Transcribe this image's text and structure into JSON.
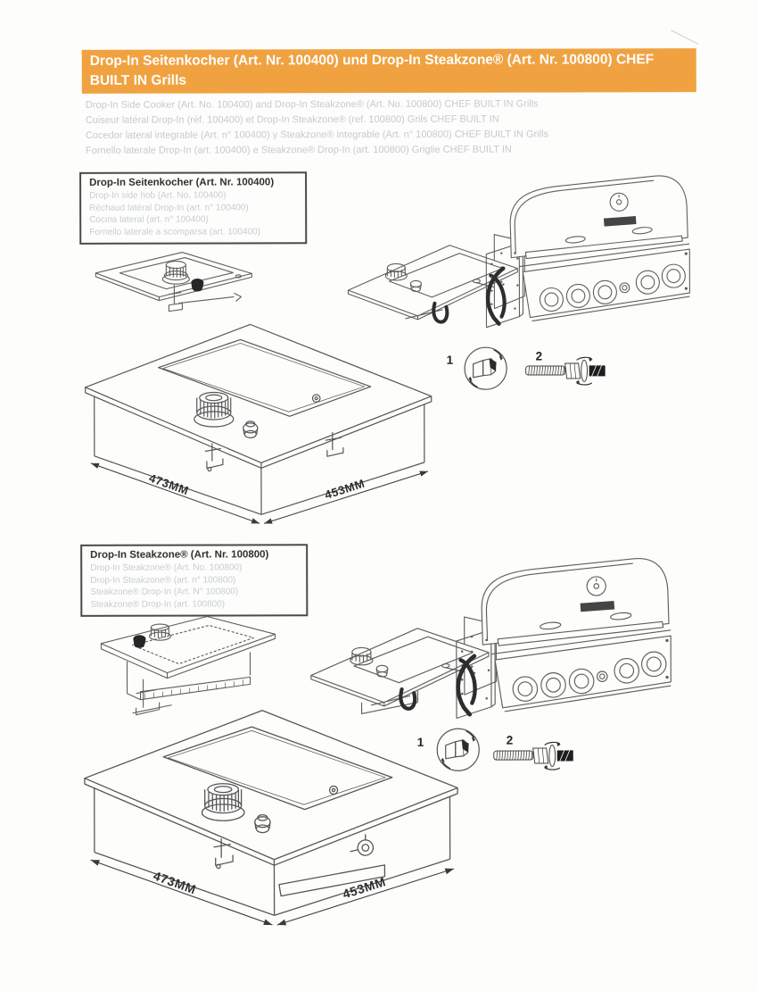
{
  "banner": {
    "title": "Drop-In Seitenkocher (Art. Nr. 100400) und Drop-In Steakzone® (Art. Nr. 100800) CHEF BUILT IN Grills",
    "bg_color": "#f0a241",
    "text_color": "#ffffff"
  },
  "subtitles": {
    "lines": [
      "Drop-In Side Cooker (Art. No. 100400) and Drop-In Steakzone® (Art. No. 100800) CHEF BUILT IN Grills",
      "Cuiseur latéral Drop-In (réf. 100400) et Drop-In Steakzone® (ref. 100800) Grils CHEF BUILT IN",
      "Cocedor lateral integrable (Art. n° 100400) y Steakzone® integrable (Art. n° 100800) CHEF BUILT IN Grills",
      "Fornello laterale Drop-In (art. 100400) e Steakzone® Drop-In (art. 100800) Griglie CHEF BUILT IN"
    ]
  },
  "section1": {
    "box_title": "Drop-In Seitenkocher (Art. Nr. 100400)",
    "box_translations": [
      "Drop-In side hob (Art. No. 100400)",
      "Réchaud latéral Drop-In (art. n° 100400)",
      "Cocina lateral (art. n° 100400)",
      "Fornello laterale a scomparsa (art. 100400)"
    ],
    "part1_label": "1",
    "part2_label": "2",
    "dim_width": "473MM",
    "dim_depth": "453MM"
  },
  "section2": {
    "box_title": "Drop-In Steakzone® (Art. Nr. 100800)",
    "box_translations": [
      "Drop-In Steakzone® (Art. No. 100800)",
      "Drop-In Steakzone® (art. n° 100800)",
      "Steakzone® Drop-In (Art. N° 100800)",
      "Steakzone® Drop-In (art. 100800)"
    ],
    "part1_label": "1",
    "part2_label": "2",
    "dim_width": "473MM",
    "dim_depth": "453MM"
  }
}
